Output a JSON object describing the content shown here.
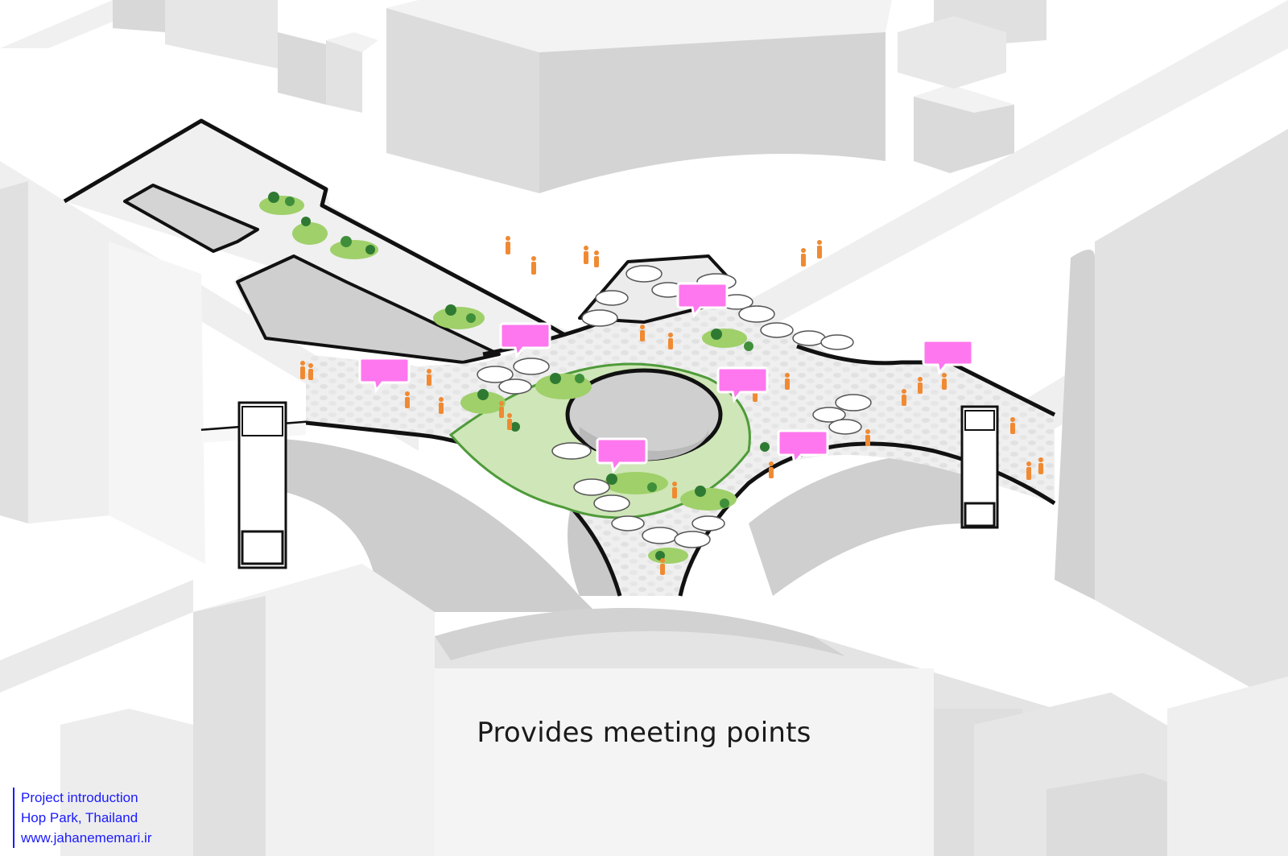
{
  "caption": "Provides meeting points",
  "credit": {
    "line1": "Project introduction",
    "line2": "Hop Park, Thailand",
    "line3": "www.jahanememari.ir"
  },
  "colors": {
    "building_top": "#f2f2f2",
    "building_side": "#dcdcdc",
    "building_shadow": "#cfcfcf",
    "ground": "#e9e9e9",
    "deck": "#eeeeee",
    "deck_outline": "#111111",
    "greenery": "#6fb33f",
    "greenery_dark": "#2f7a32",
    "people": "#f08a32",
    "speech_bubble": "#ff77ee",
    "canopy": "#ffffff",
    "credit_text": "#1a1aff"
  },
  "icons": [
    "speech-bubble-icon",
    "person-icon",
    "tree-icon",
    "canopy-umbrella-icon"
  ]
}
